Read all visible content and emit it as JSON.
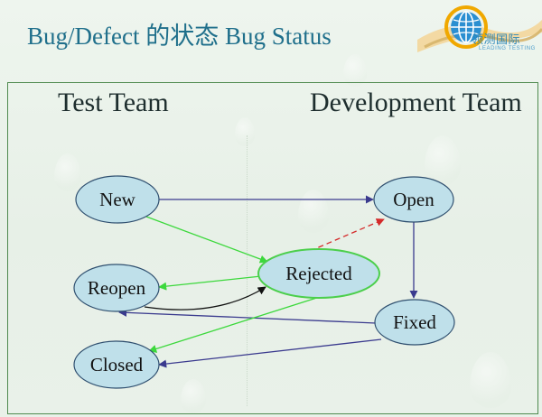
{
  "slide": {
    "title": "Bug/Defect 的状态 Bug Status"
  },
  "logo": {
    "text": "领测国际",
    "subtext": "LEADING TESTING"
  },
  "teams": {
    "test": "Test Team",
    "development": "Development Team"
  },
  "states": {
    "new": "New",
    "open": "Open",
    "reopen": "Reopen",
    "rejected": "Rejected",
    "fixed": "Fixed",
    "closed": "Closed"
  },
  "colors": {
    "blue_edge": "#3a3a8e",
    "green_edge": "#3cd83c",
    "red_dashed_edge": "#d42a2a",
    "black_edge": "#111111",
    "node_fill": "#bfe0ea",
    "title": "#1f6f8b"
  },
  "transitions": [
    {
      "from": "New",
      "to": "Open",
      "color": "blue"
    },
    {
      "from": "New",
      "to": "Rejected",
      "color": "green"
    },
    {
      "from": "Rejected",
      "to": "Open",
      "color": "red",
      "style": "dashed"
    },
    {
      "from": "Rejected",
      "to": "Reopen",
      "color": "green"
    },
    {
      "from": "Reopen",
      "to": "Rejected",
      "color": "black"
    },
    {
      "from": "Open",
      "to": "Fixed",
      "color": "blue"
    },
    {
      "from": "Fixed",
      "to": "Reopen",
      "color": "blue"
    },
    {
      "from": "Rejected",
      "to": "Closed",
      "color": "green"
    },
    {
      "from": "Fixed",
      "to": "Closed",
      "color": "blue"
    }
  ]
}
